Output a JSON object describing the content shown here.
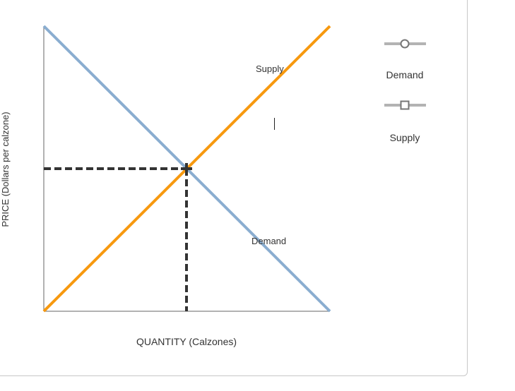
{
  "chart_data": {
    "type": "line",
    "title": "",
    "xlabel": "QUANTITY (Calzones)",
    "ylabel": "PRICE (Dollars per calzone)",
    "grid": false,
    "series": [
      {
        "name": "Demand",
        "color": "#8aadd0",
        "points": [
          [
            0,
            1
          ],
          [
            1,
            0
          ]
        ],
        "label_position": [
          0.8,
          0.25
        ]
      },
      {
        "name": "Supply",
        "color": "#f7990f",
        "points": [
          [
            0,
            0
          ],
          [
            1,
            1
          ]
        ],
        "label_position": [
          0.8,
          0.85
        ]
      }
    ],
    "equilibrium": {
      "x": 0.5,
      "y": 0.5,
      "marker": "cross",
      "dashed_guides": true,
      "guide_color": "#333333"
    },
    "legend": {
      "position": "right",
      "entries": [
        {
          "name": "Demand",
          "marker": "circle",
          "tool_color": "#b3b3b3"
        },
        {
          "name": "Supply",
          "marker": "square",
          "tool_color": "#b3b3b3"
        }
      ]
    }
  },
  "labels": {
    "y_axis": "PRICE (Dollars per calzone)",
    "x_axis": "QUANTITY (Calzones)",
    "demand_curve": "Demand",
    "supply_curve": "Supply",
    "legend_demand": "Demand",
    "legend_supply": "Supply"
  }
}
